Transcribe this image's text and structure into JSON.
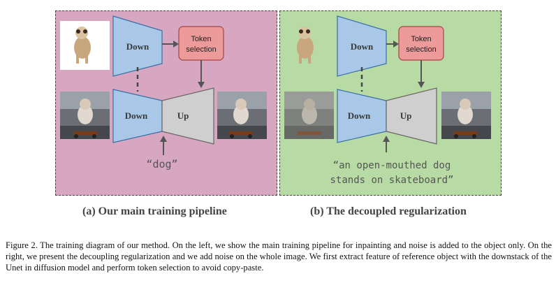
{
  "panel_a": {
    "down_top_label": "Down",
    "token_label_line1": "Token",
    "token_label_line2": "selection",
    "down_bottom_label": "Down",
    "up_label": "Up",
    "prompt": "“dog”",
    "caption": "(a) Our main training pipeline"
  },
  "panel_b": {
    "down_top_label": "Down",
    "token_label_line1": "Token",
    "token_label_line2": "selection",
    "down_bottom_label": "Down",
    "up_label": "Up",
    "prompt_line1": "“an open-mouthed dog",
    "prompt_line2": "stands on skateboard”",
    "caption": "(b) The decoupled regularization"
  },
  "figure_caption": "Figure 2. The training diagram of our method. On the left, we show the main training pipeline for inpainting and noise is added to the object only. On the right, we present the decoupling regularization and we add noise on the whole image. We first extract feature of reference object with the downstack of the Unet in diffusion model and perform token selection to avoid copy-paste.",
  "colors": {
    "panel_a_bg": "#d7a7c1",
    "panel_b_bg": "#b8dba5",
    "down_fill": "#a9c8e8",
    "up_fill": "#cfcfcf",
    "token_fill": "#ec9a9a"
  }
}
